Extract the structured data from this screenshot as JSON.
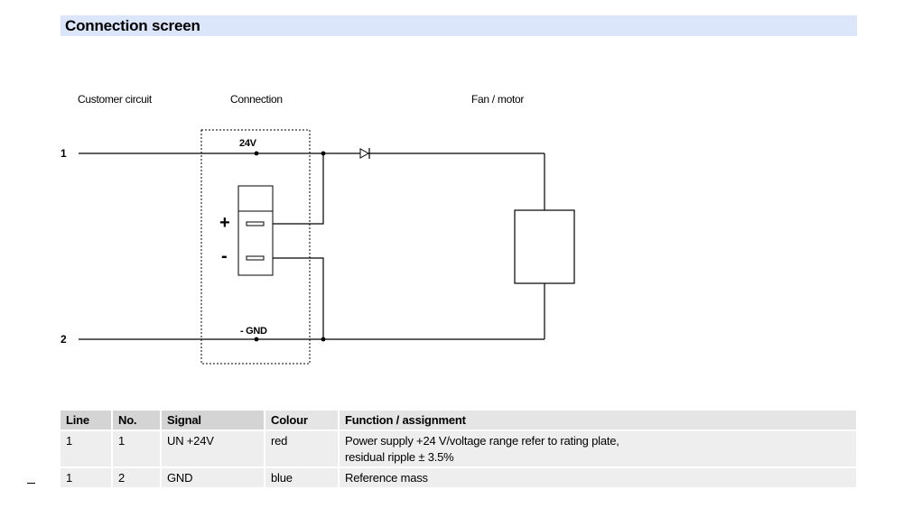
{
  "header": {
    "title": "Connection screen"
  },
  "diagram": {
    "labels": {
      "customer_circuit": "Customer circuit",
      "connection": "Connection",
      "fan_motor": "Fan / motor"
    },
    "lines": {
      "line1": "1",
      "line2": "2"
    },
    "pins": {
      "pos": "24V",
      "neg": "- GND"
    },
    "polarity": {
      "plus": "+",
      "minus": "-"
    }
  },
  "table": {
    "headers": {
      "line": "Line",
      "no": "No.",
      "signal": "Signal",
      "colour": "Colour",
      "function": "Function / assignment"
    },
    "rows": [
      {
        "line": "1",
        "no": "1",
        "signal": "UN +24V",
        "colour": "red",
        "function_1": "Power supply +24 V/voltage range refer to rating plate,",
        "function_2": "residual ripple ± 3.5%"
      },
      {
        "line": "1",
        "no": "2",
        "signal": "GND",
        "colour": "blue",
        "function_1": "Reference mass"
      }
    ]
  }
}
